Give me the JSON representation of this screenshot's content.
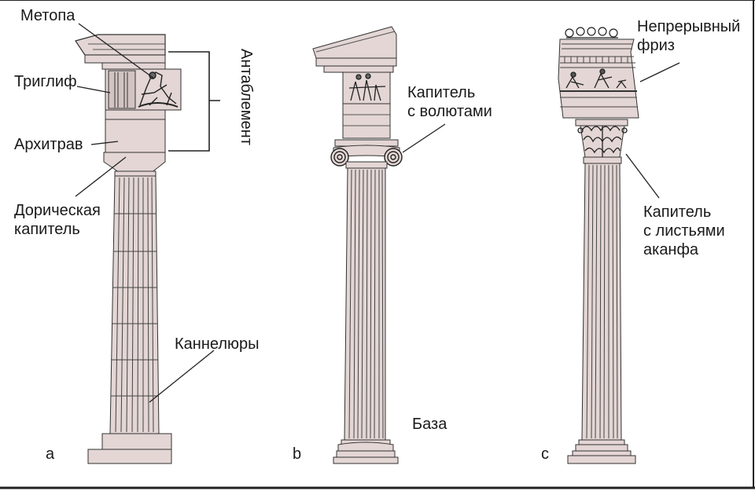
{
  "colors": {
    "stone": "#e3d6d4",
    "stone_dark": "#c8b8b6",
    "line": "#3a3a3a",
    "frame": "#222222"
  },
  "labels": {
    "metope": "Метопа",
    "triglyph": "Триглиф",
    "architrave": "Архитрав",
    "doric_capital": "Дорическая\nкапитель",
    "entablature": "Антаблемент",
    "fluting": "Каннелюры",
    "ionic_capital": "Капитель\nс волютами",
    "base": "База",
    "continuous_frieze": "Непрерывный\nфриз",
    "corinthian_capital": "Капитель\nс листьями\nаканфа",
    "tag_a": "a",
    "tag_b": "b",
    "tag_c": "c"
  }
}
